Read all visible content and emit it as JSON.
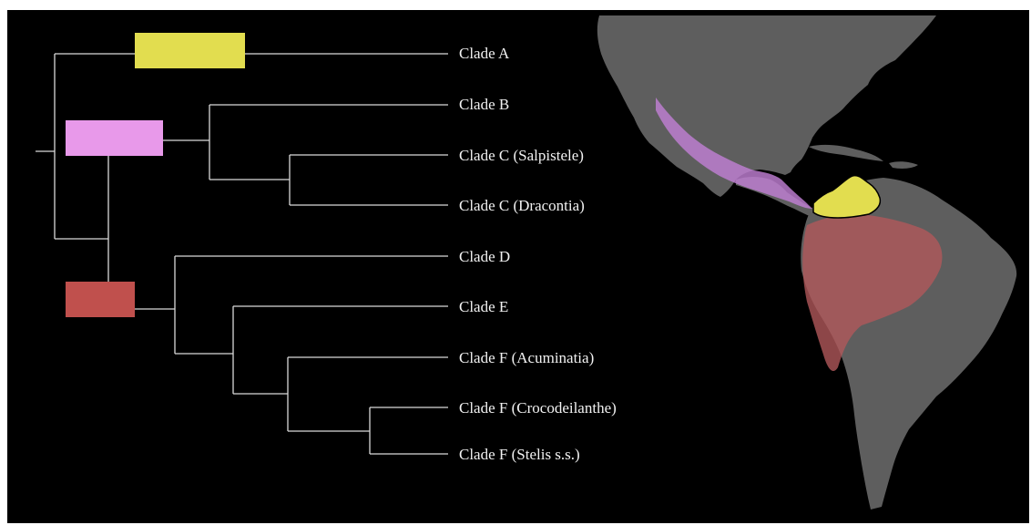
{
  "tree": {
    "clades": [
      "Clade A",
      "Clade B",
      "Clade C (Salpistele)",
      "Clade C (Dracontia)",
      "Clade D",
      "Clade E",
      "Clade F (Acuminatia)",
      "Clade F (Crocodeilanthe)",
      "Clade F (Stelis s.s.)"
    ],
    "line_color": "#d9d9d9"
  },
  "region_colors": {
    "clade_a_box": "#e2dd4f",
    "clade_bc_box": "#e899ea",
    "clade_def_box": "#c0504d"
  },
  "map": {
    "land_color": "#5e5e5e",
    "highlight_north": "#c07fd3",
    "highlight_northern_andes": "#e2dd4f",
    "highlight_south": "#b0575a"
  }
}
